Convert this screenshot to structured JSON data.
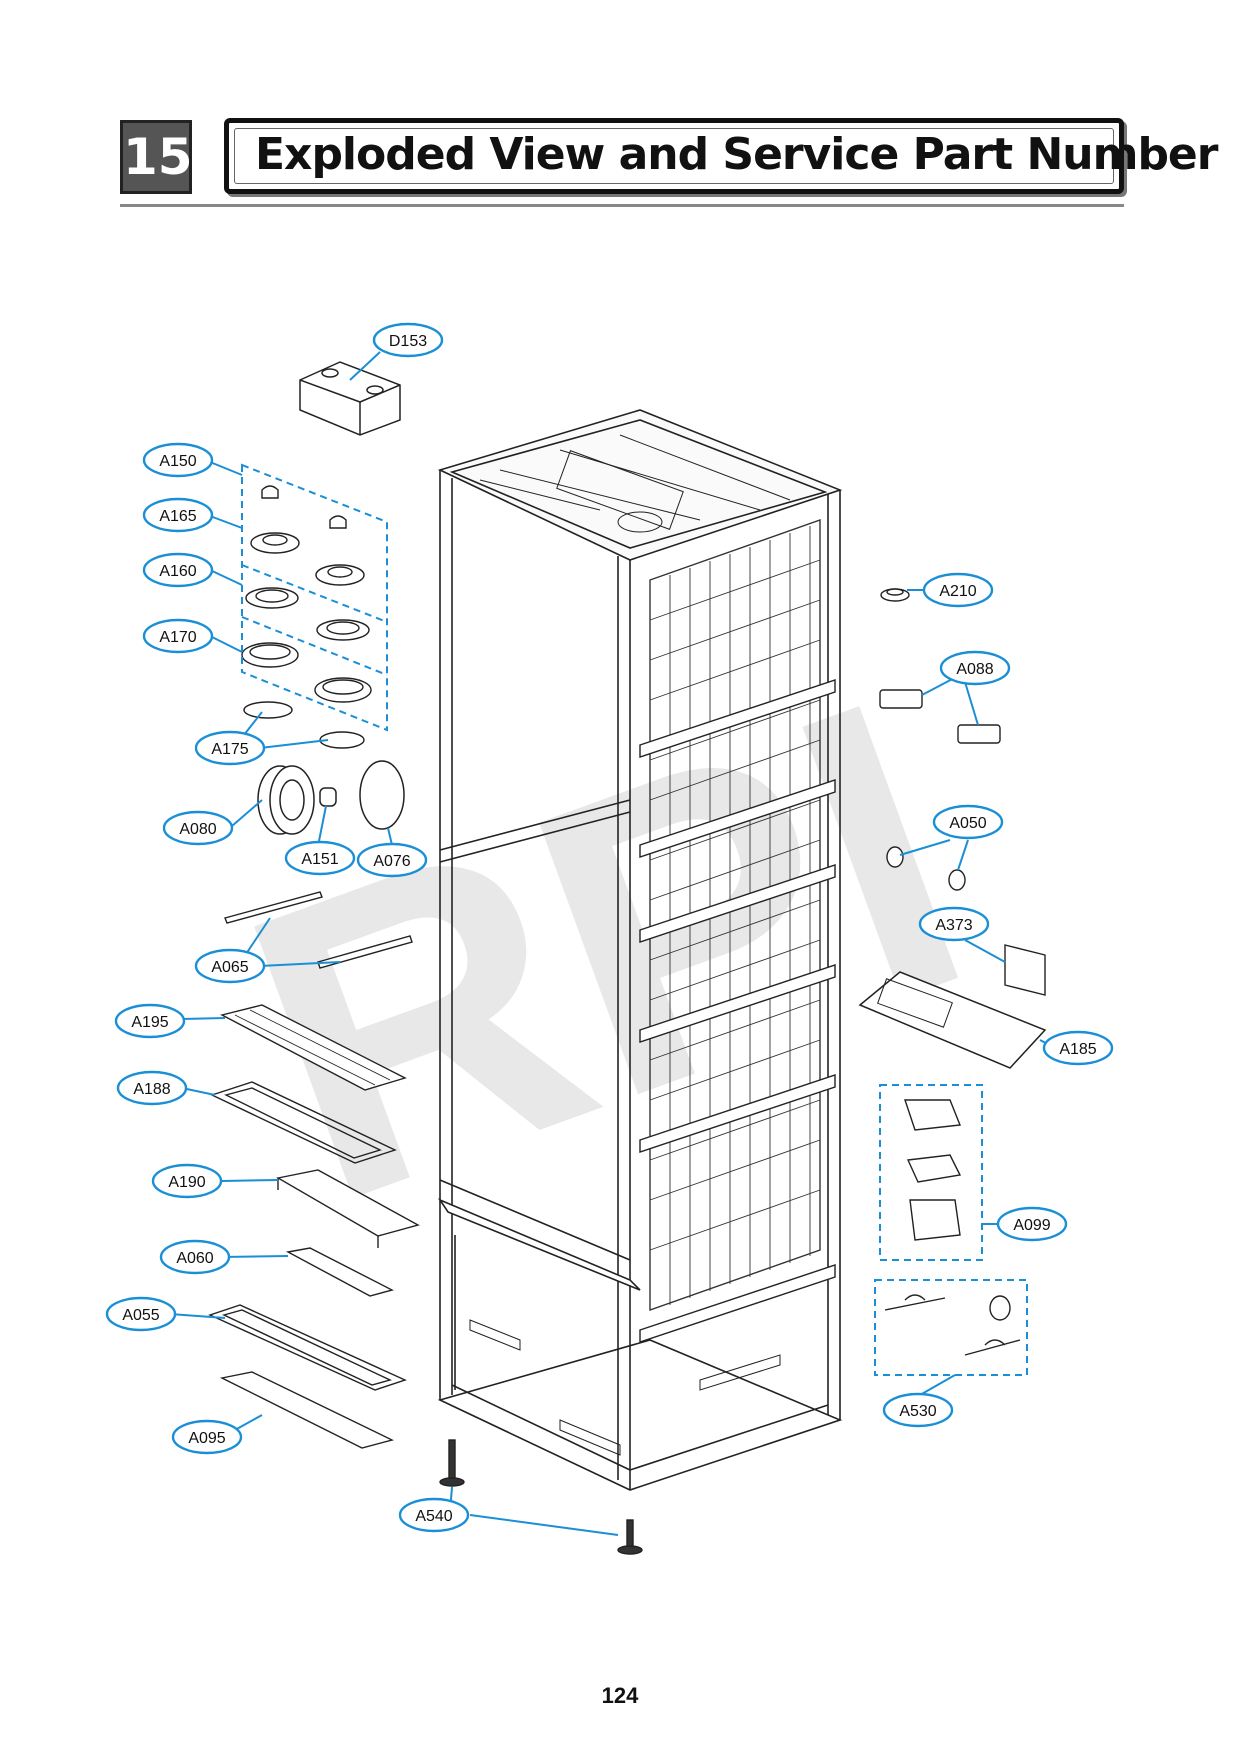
{
  "header": {
    "section_number": "15",
    "title": "Exploded View and Service Part Number"
  },
  "watermark": "RPI",
  "page_number": "124",
  "colors": {
    "callout_border": "#1a8fd6",
    "leader_line": "#1a8fd6",
    "group_border": "#1a8fd6",
    "line_art": "#222222"
  },
  "part_labels": {
    "D153": "D153",
    "A150": "A150",
    "A165": "A165",
    "A160": "A160",
    "A170": "A170",
    "A175": "A175",
    "A080": "A080",
    "A151": "A151",
    "A076": "A076",
    "A065": "A065",
    "A195": "A195",
    "A188": "A188",
    "A190": "A190",
    "A060": "A060",
    "A055": "A055",
    "A095": "A095",
    "A540": "A540",
    "A210": "A210",
    "A088": "A088",
    "A050": "A050",
    "A373": "A373",
    "A185": "A185",
    "A099": "A099",
    "A530": "A530"
  }
}
